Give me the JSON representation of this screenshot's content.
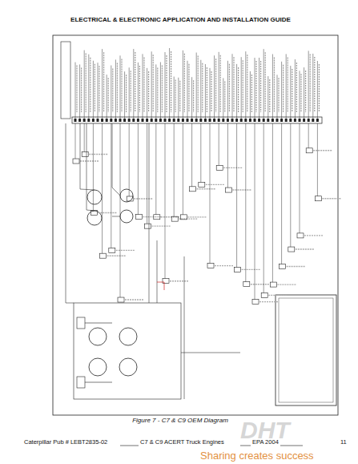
{
  "diagram": {
    "title": "ELECTRICAL & ELECTRONIC APPLICATION AND INSTALLATION GUIDE",
    "caption": "Figure 7 - C7 & C9 OEM Diagram",
    "labels": [
      "Caterpillar Pub # LEBT2835-02",
      "C7 & C9 ACERT Truck Engines",
      "EPA 2004",
      "11",
      "DHT",
      "Sharing creates success"
    ]
  }
}
